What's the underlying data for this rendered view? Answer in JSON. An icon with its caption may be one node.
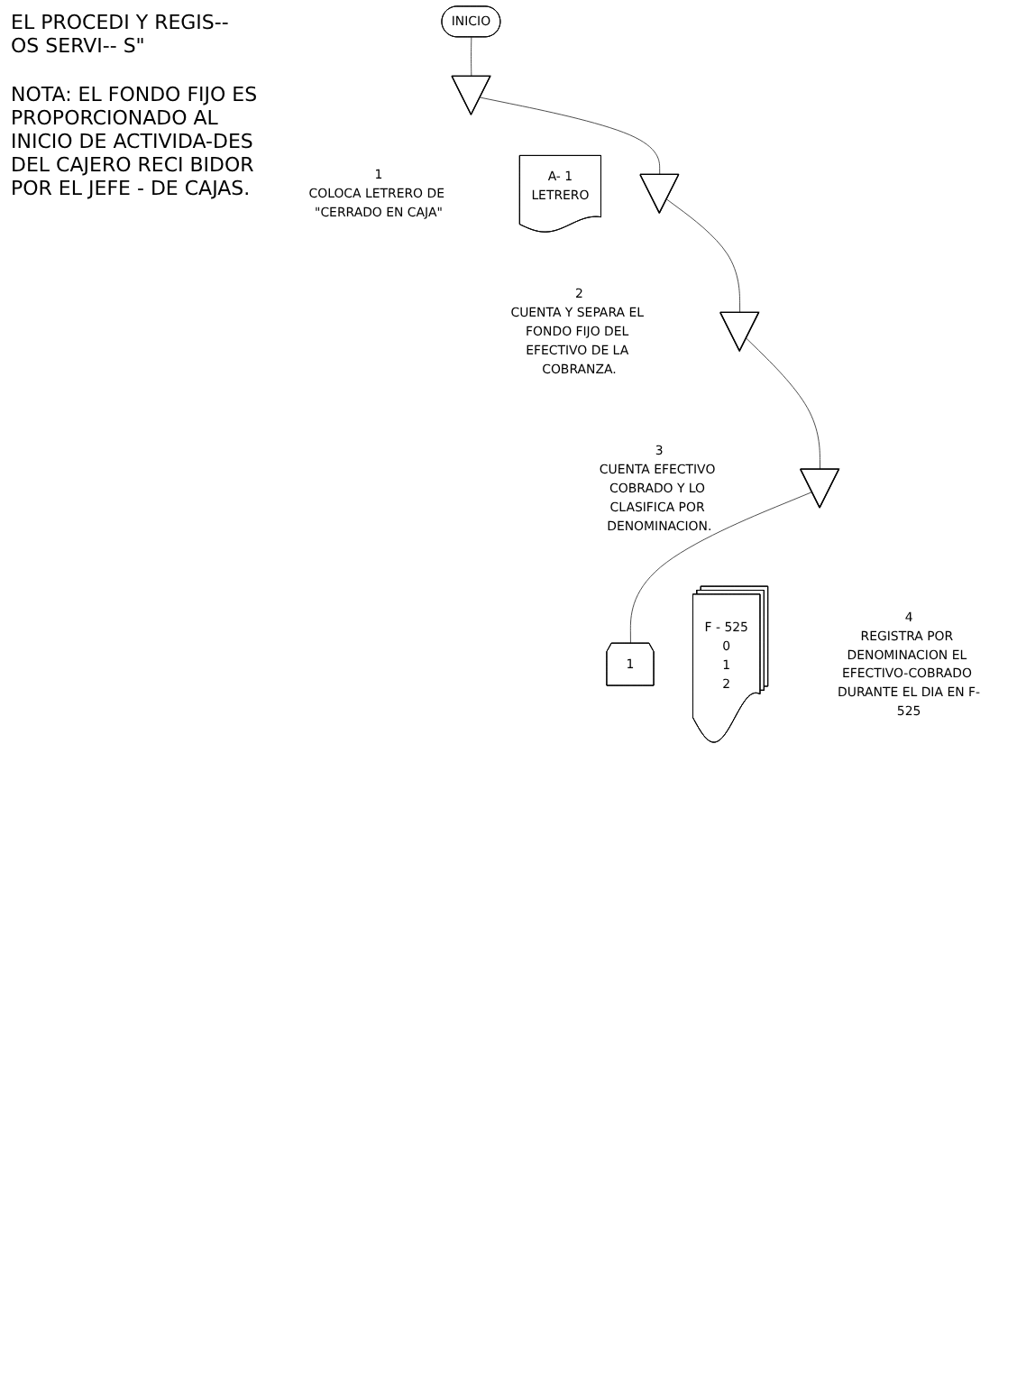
{
  "diagram": {
    "nodes": [
      {
        "text": [
          "INICIO"
        ]
      },
      {
        "text": [],
        "shape": "triangle",
        "beside": [
          "1",
          "COLOCA LETRERO DE \"CERRADO EN CAJA\""
        ]
      },
      {
        "text": [
          "A- 1",
          "LETRERO"
        ]
      },
      {
        "text": [],
        "shape": "triangle",
        "beside": [
          "2",
          "CUENTA Y SEPARA EL FONDO FIJO DEL EFECTIVO DE LA COBRANZA."
        ]
      },
      {
        "text": [],
        "shape": "triangle",
        "beside": [
          "3",
          "CUENTA EFECTIVO COBRADO Y LO CLASIFICA POR DENOMINACION."
        ]
      },
      {
        "text": [],
        "shape": "triangle",
        "beside": [
          "4",
          "REGISTRA POR DENOMINACION EL EFECTIVO-COBRADO DURANTE EL DIA EN F-525"
        ]
      },
      {
        "text": [
          "F - 525",
          "0",
          "1",
          "2"
        ]
      },
      {
        "text": [
          "1"
        ]
      }
    ],
    "edges": [
      {
        "from": 0,
        "to": 1,
        "arrow": "none"
      },
      {
        "from": 1,
        "to": 3,
        "arrow": "none"
      },
      {
        "from": 3,
        "to": 4,
        "arrow": "none"
      },
      {
        "from": 4,
        "to": 5,
        "arrow": "none"
      },
      {
        "from": 5,
        "to": 7,
        "arrow": "none"
      }
    ],
    "labels": [
      "EL PROCEDI Y REGIS-- OS SERVI-- S\"",
      "NOTA: EL FONDO FIJO ES PROPORCIONADO AL INICIO DE ACTIVIDA-DES DEL CAJERO RECI BIDOR POR EL JEFE - DE CAJAS."
    ]
  }
}
